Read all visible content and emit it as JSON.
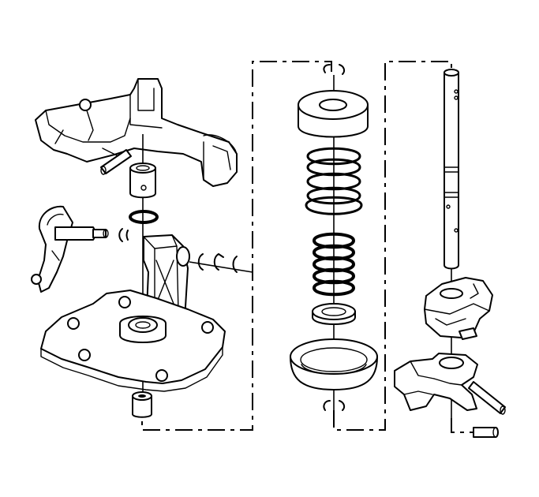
{
  "figure": {
    "background": "#ffffff",
    "stroke_color": "#000000",
    "parts": [
      "shift-lever-housing",
      "shift-lever-bushing",
      "o-ring",
      "shift-shaft-lever",
      "retaining-clips",
      "cover-plate",
      "lower-bushing",
      "spring-cap",
      "outer-spring",
      "inner-spring",
      "spring-seat-washer",
      "spring-retainer-cup",
      "shift-shaft",
      "upper-shift-fork",
      "lower-shift-fork",
      "roll-pins"
    ]
  }
}
